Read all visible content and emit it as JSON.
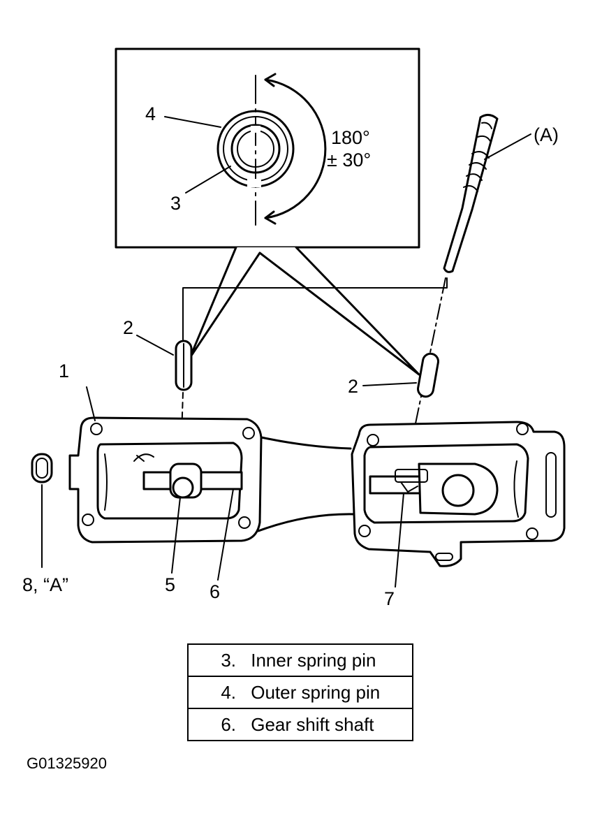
{
  "callouts": {
    "c1": "1",
    "c2a": "2",
    "c2b": "2",
    "c3": "3",
    "c4": "4",
    "c5": "5",
    "c6": "6",
    "c7": "7",
    "c8": "8, “A”",
    "tool": "(A)",
    "angle_line1": "180°",
    "angle_line2": "± 30°"
  },
  "legend": [
    {
      "num": "3.",
      "text": "Inner spring pin"
    },
    {
      "num": "4.",
      "text": "Outer spring pin"
    },
    {
      "num": "6.",
      "text": "Gear shift shaft"
    }
  ],
  "figure_code": "G01325920"
}
